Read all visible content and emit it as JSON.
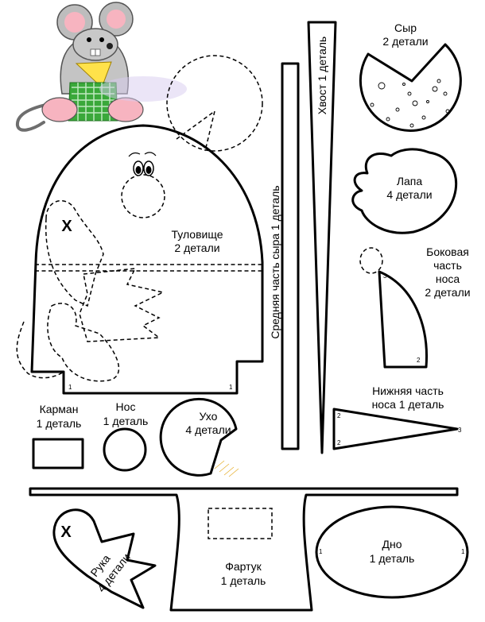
{
  "pattern": {
    "cheese": {
      "title": "Сыр",
      "count": "2 детали"
    },
    "tail": {
      "label": "Хвост 1 деталь"
    },
    "cheese_middle": {
      "label": "Средняя часть сыра 1 деталь"
    },
    "paw": {
      "title": "Лапа",
      "count": "4 детали"
    },
    "nose_side": {
      "line1": "Боковая",
      "line2": "часть",
      "line3": "носа",
      "line4": "2 детали",
      "mark_top": "3",
      "mark_bottom": "2"
    },
    "body": {
      "title": "Туловище",
      "count": "2 детали",
      "cross": "X",
      "mark_left": "1",
      "mark_right": "1"
    },
    "nose_bottom": {
      "line1": "Нижняя часть",
      "line2": "носа 1 деталь",
      "mark_top": "2",
      "mark_bottom": "2",
      "mark_tip": "3"
    },
    "pocket": {
      "title": "Карман",
      "count": "1 деталь"
    },
    "nose": {
      "title": "Нос",
      "count": "1 деталь"
    },
    "ear": {
      "title": "Ухо",
      "count": "4 детали"
    },
    "hand": {
      "title": "Рука",
      "count": "4 детали",
      "cross": "X"
    },
    "apron": {
      "title": "Фартук",
      "count": "1 деталь"
    },
    "bottom": {
      "title": "Дно",
      "count": "1 деталь",
      "mark_left": "1",
      "mark_right": "1"
    }
  },
  "colors": {
    "outline": "#000000",
    "mouse_grey": "#b8b8b8",
    "mouse_pink": "#f7b4c0",
    "cheese_yellow": "#ffe24a",
    "apron_green": "#3aa83a"
  }
}
